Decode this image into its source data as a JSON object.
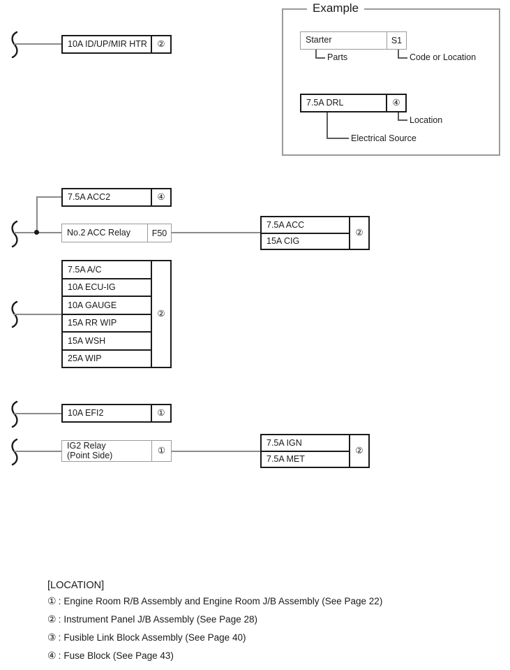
{
  "example": {
    "title": "Example",
    "rows": [
      {
        "part": "Starter",
        "code": "S1",
        "style": "thin",
        "callouts": [
          {
            "label": "Parts",
            "target": "part"
          },
          {
            "label": "Code or Location",
            "target": "code"
          }
        ]
      },
      {
        "part": "7.5A DRL",
        "code": "④",
        "style": "thick",
        "callouts": [
          {
            "label": "Electrical Source",
            "target": "part"
          },
          {
            "label": "Location",
            "target": "code"
          }
        ]
      }
    ]
  },
  "circuits": [
    {
      "id": "id-up-mir-htr",
      "source_box": {
        "lines": [
          "10A ID/UP/MIR HTR"
        ],
        "code": "②",
        "style": "thick"
      },
      "feeds": []
    },
    {
      "id": "acc2",
      "source_box": {
        "lines": [
          "7.5A ACC2"
        ],
        "code": "④",
        "style": "thick"
      },
      "feeds": []
    },
    {
      "id": "no2-acc-relay",
      "source_box": {
        "lines": [
          "No.2 ACC Relay"
        ],
        "code": "F50",
        "style": "thin"
      },
      "feeds": [
        {
          "rows": [
            "7.5A ACC",
            "15A CIG"
          ],
          "code": "②",
          "style": "thick"
        }
      ]
    },
    {
      "id": "ip-jb-stack",
      "source_box": {
        "rows": [
          "7.5A A/C",
          "10A ECU-IG",
          "10A GAUGE",
          "15A RR WIP",
          "15A WSH",
          "25A WIP"
        ],
        "code": "②",
        "style": "thick"
      },
      "feeds": []
    },
    {
      "id": "efi2",
      "source_box": {
        "lines": [
          "10A EFI2"
        ],
        "code": "①",
        "style": "thick"
      },
      "feeds": []
    },
    {
      "id": "ig2-relay",
      "source_box": {
        "lines": [
          "IG2 Relay",
          "(Point Side)"
        ],
        "code": "①",
        "style": "thin"
      },
      "feeds": [
        {
          "rows": [
            "7.5A IGN",
            "7.5A MET"
          ],
          "code": "②",
          "style": "thick"
        }
      ]
    }
  ],
  "legend": {
    "title": "[LOCATION]",
    "separator": ":",
    "items": [
      {
        "num": "①",
        "text": "Engine Room R/B Assembly and Engine Room J/B Assembly (See Page 22)"
      },
      {
        "num": "②",
        "text": "Instrument Panel J/B Assembly (See Page 28)"
      },
      {
        "num": "③",
        "text": "Fusible Link Block Assembly (See Page 40)"
      },
      {
        "num": "④",
        "text": "Fuse Block (See Page 43)"
      }
    ]
  },
  "icons": {
    "wire_break": "wire-break-squiggle",
    "junction": "junction-dot"
  },
  "colors": {
    "ink": "#1a1a1a",
    "wire": "#8a8a8a",
    "thin_border": "#9a9a9a",
    "frame": "#9a9a9a",
    "background": "#ffffff"
  }
}
